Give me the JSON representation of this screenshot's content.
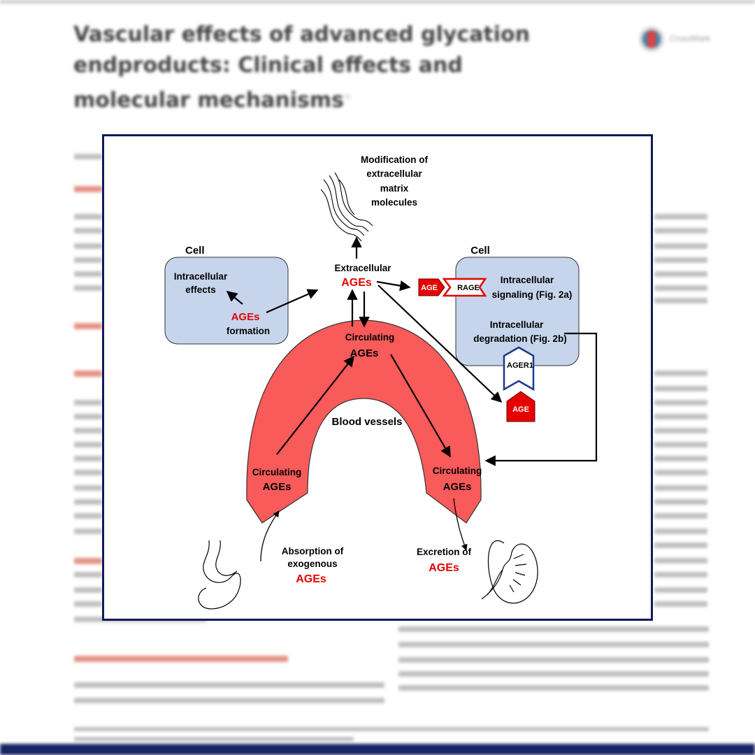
{
  "document": {
    "title": "Vascular effects of advanced glycation endproducts: Clinical effects and molecular mechanisms",
    "title_marker": "☆",
    "crossmark_label": "CrossMark"
  },
  "diagram": {
    "left_cell": {
      "title": "Cell",
      "intracellular_effects": [
        "Intracellular",
        "effects"
      ],
      "ages": "AGEs",
      "formation": "formation"
    },
    "ecm": {
      "label": [
        "Modification of",
        "extracellular",
        "matrix",
        "molecules"
      ]
    },
    "extracellular": {
      "label": "Extracellular",
      "ages": "AGEs"
    },
    "right_cell": {
      "title": "Cell",
      "age_tag": "AGE",
      "rage_tag": "RAGE",
      "signaling": [
        "Intracellular",
        "signaling (Fig. 2a)"
      ],
      "degradation": [
        "Intracellular",
        "degradation (Fig. 2b)"
      ],
      "ager1_tag": "AGER1",
      "age_tag_2": "AGE"
    },
    "blood_vessels": {
      "label": "Blood vessels",
      "top": [
        "Circulating",
        "AGEs"
      ],
      "left": [
        "Circulating",
        "AGEs"
      ],
      "right": [
        "Circulating",
        "AGEs"
      ]
    },
    "absorption": {
      "label": [
        "Absorption of",
        "exogenous"
      ],
      "ages": "AGEs"
    },
    "excretion": {
      "label": "Excretion of",
      "ages": "AGEs"
    },
    "colors": {
      "cell_fill": "#c6d5ec",
      "vessel_fill": "#f95a5a",
      "age_red": "#e60000",
      "frame": "#121a5a",
      "ager1_outline": "#1f3a8a"
    }
  }
}
